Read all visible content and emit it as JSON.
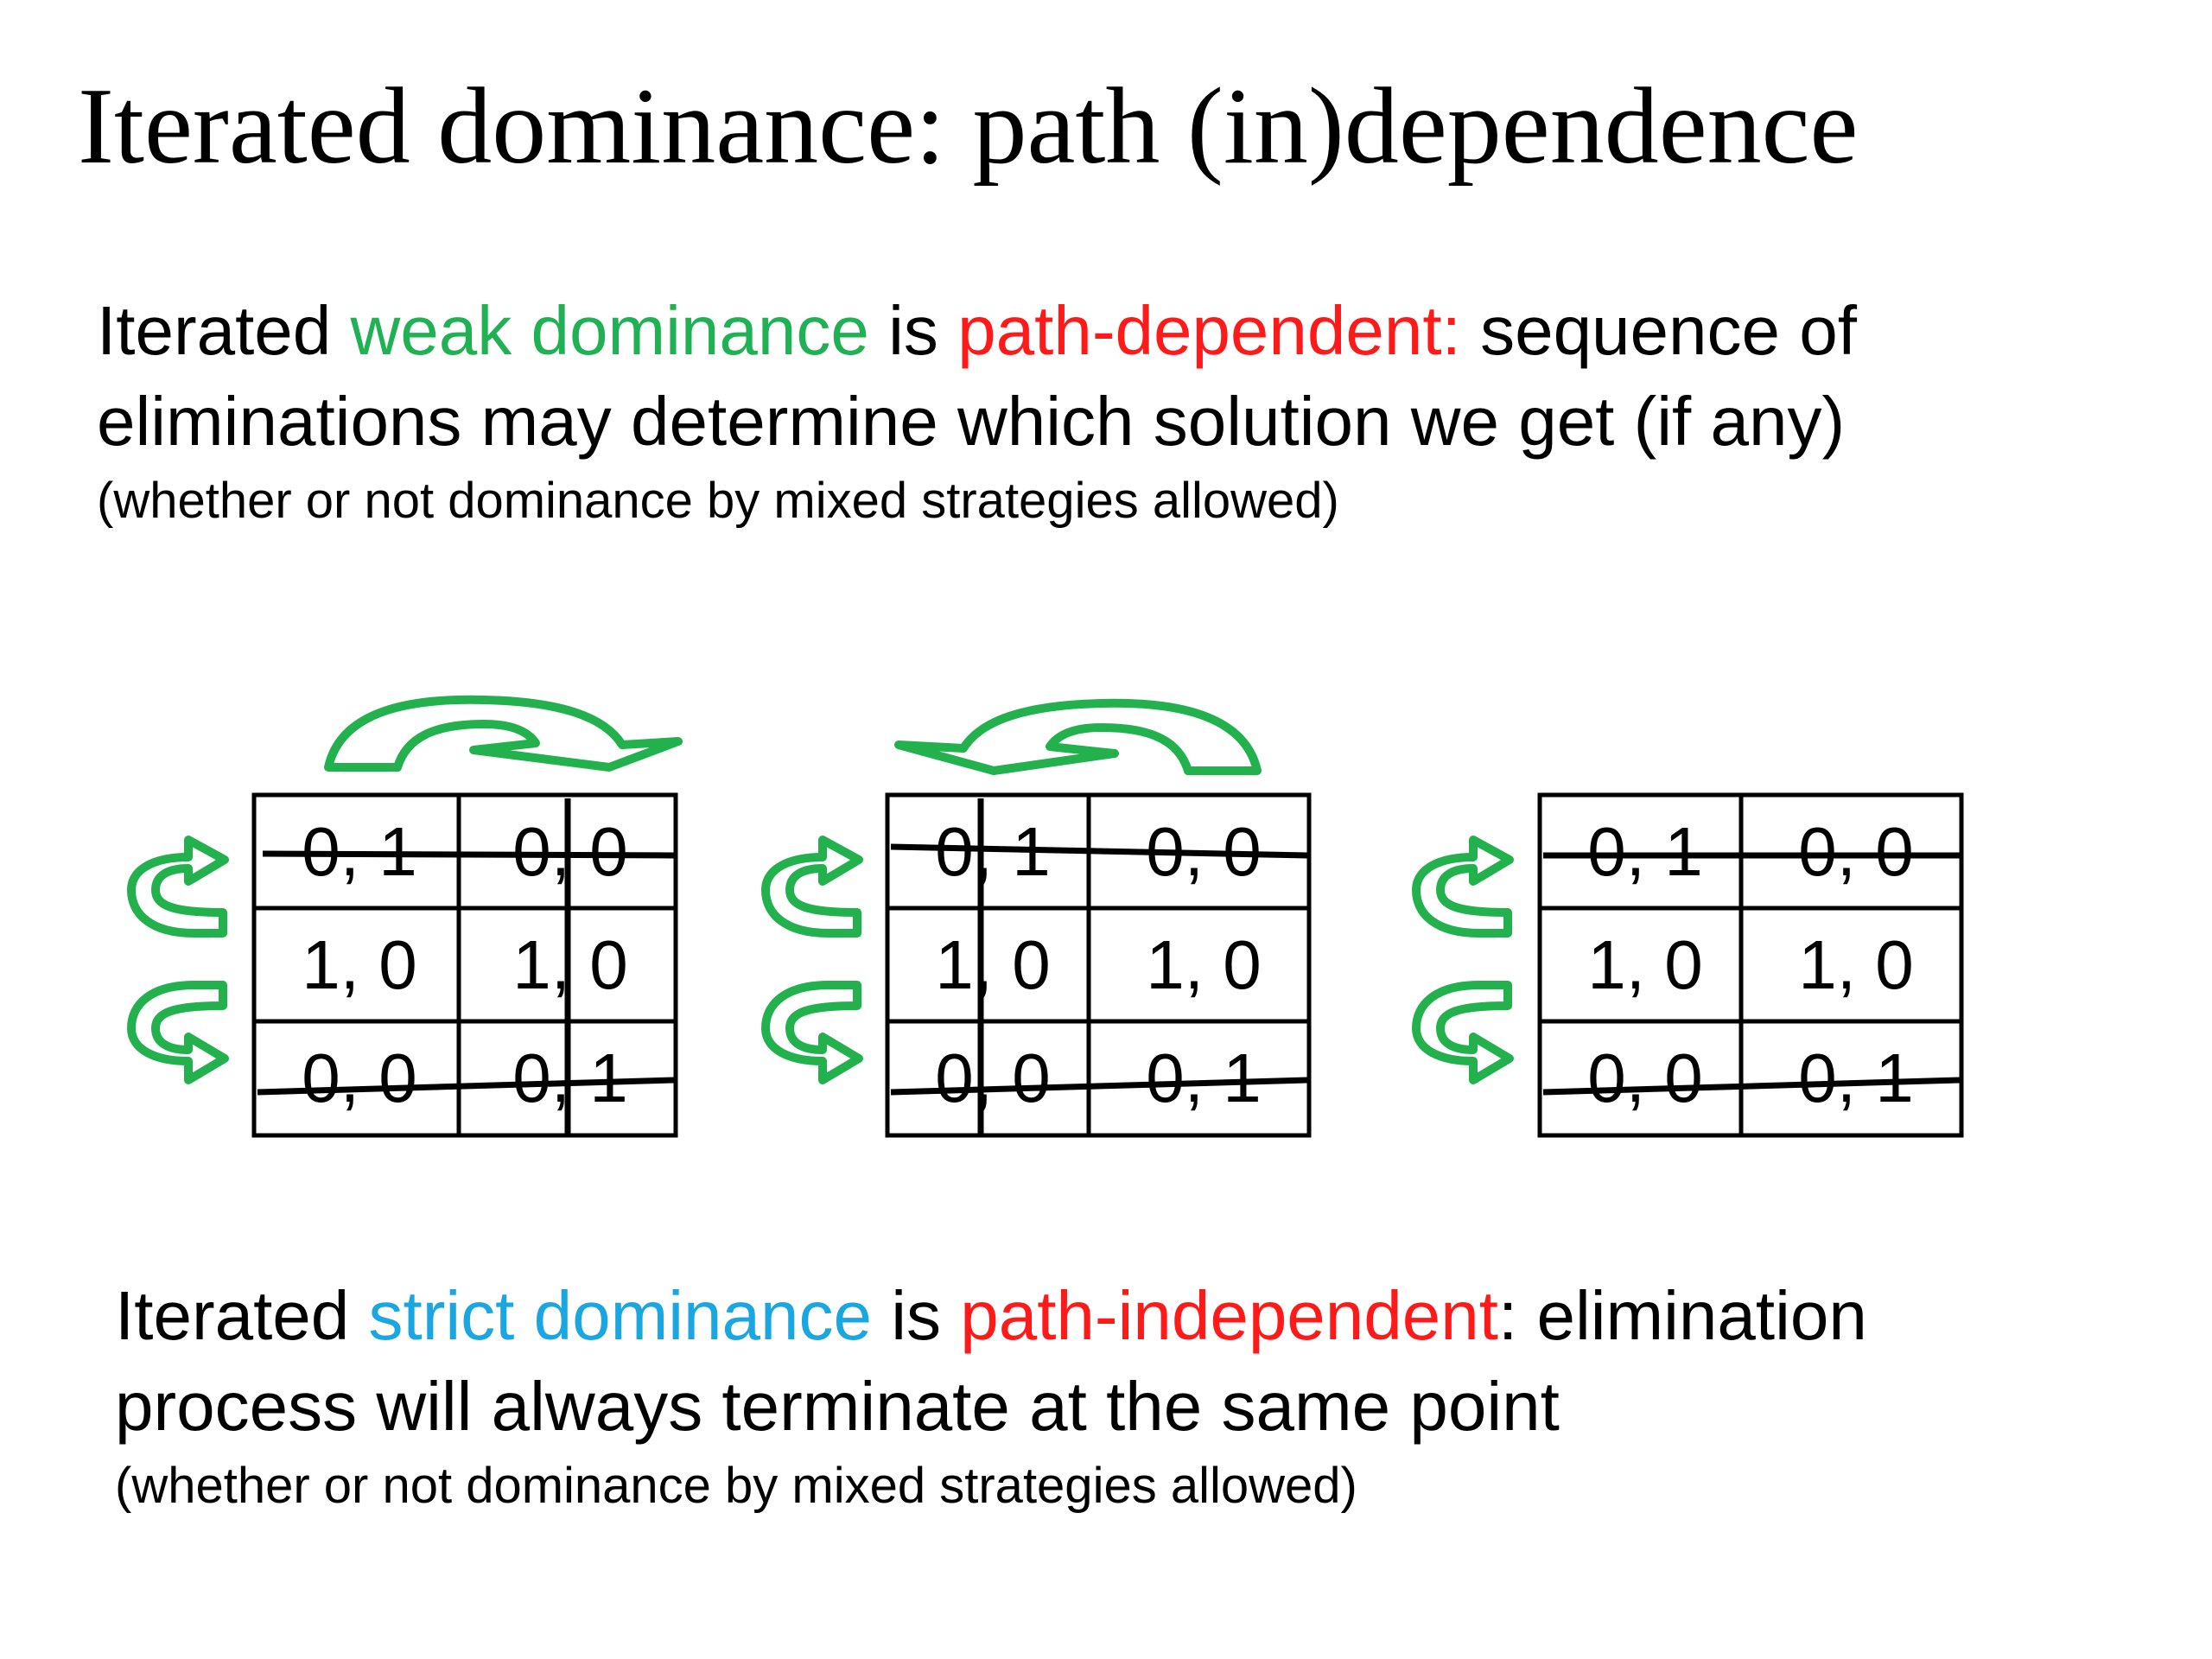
{
  "title": "Iterated dominance: path (in)dependence",
  "colors": {
    "text": "#000000",
    "weak": "#1fb154",
    "strict": "#1aa6e0",
    "path": "#ff1a1a",
    "arrow": "#22b14c"
  },
  "weak_paragraph": {
    "l1_a": "Iterated ",
    "l1_b": "weak dominance",
    "l1_c": " is ",
    "l1_d": "path-dependent:",
    "l1_e": " sequence of",
    "l2": "eliminations may determine which solution we get (if any)",
    "note": "(whether or not dominance by mixed strategies allowed)"
  },
  "strict_paragraph": {
    "l1_a": "Iterated ",
    "l1_b": "strict dominance",
    "l1_c": " is ",
    "l1_d": "path-independent",
    "l1_e": ": elimination",
    "l2": "process will always terminate at the same point",
    "note": "(whether or not dominance by mixed strategies allowed)"
  },
  "games": [
    {
      "cells": [
        [
          "0, 1",
          "0, 0"
        ],
        [
          "1, 0",
          "1, 0"
        ],
        [
          "0, 0",
          "0, 1"
        ]
      ],
      "struck_rows": [
        0,
        2
      ],
      "struck_column": 1,
      "column_arrow": "left-to-right"
    },
    {
      "cells": [
        [
          "0, 1",
          "0, 0"
        ],
        [
          "1, 0",
          "1, 0"
        ],
        [
          "0, 0",
          "0, 1"
        ]
      ],
      "struck_rows": [
        0,
        2
      ],
      "struck_column": 0,
      "column_arrow": "right-to-left"
    },
    {
      "cells": [
        [
          "0, 1",
          "0, 0"
        ],
        [
          "1, 0",
          "1, 0"
        ],
        [
          "0, 0",
          "0, 1"
        ]
      ],
      "struck_rows": [
        0,
        2
      ],
      "struck_column": null,
      "column_arrow": null
    }
  ]
}
